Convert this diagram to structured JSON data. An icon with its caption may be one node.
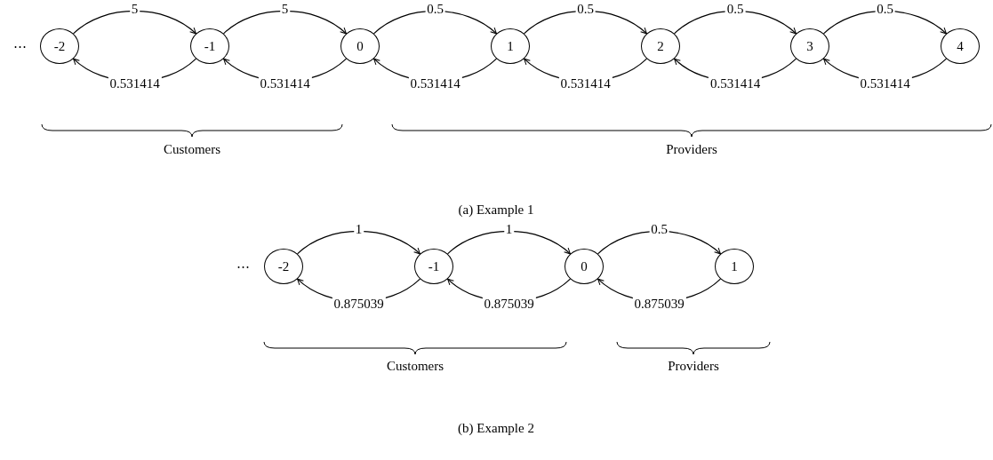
{
  "diagram": {
    "nodes": [
      {
        "text": [
          "-2"
        ]
      },
      {
        "text": [
          "-1"
        ]
      },
      {
        "text": [
          "0"
        ]
      },
      {
        "text": [
          "1"
        ]
      },
      {
        "text": [
          "2"
        ]
      },
      {
        "text": [
          "3"
        ]
      },
      {
        "text": [
          "4"
        ]
      },
      {
        "text": [
          "-2"
        ]
      },
      {
        "text": [
          "-1"
        ]
      },
      {
        "text": [
          "0"
        ]
      },
      {
        "text": [
          "1"
        ]
      }
    ],
    "edges": [
      {
        "from": 0,
        "to": 1,
        "arrow": "to",
        "label": "5"
      },
      {
        "from": 1,
        "to": 0,
        "arrow": "to",
        "label": "0.531414"
      },
      {
        "from": 1,
        "to": 2,
        "arrow": "to",
        "label": "5"
      },
      {
        "from": 2,
        "to": 1,
        "arrow": "to",
        "label": "0.531414"
      },
      {
        "from": 2,
        "to": 3,
        "arrow": "to",
        "label": "0.5"
      },
      {
        "from": 3,
        "to": 2,
        "arrow": "to",
        "label": "0.531414"
      },
      {
        "from": 3,
        "to": 4,
        "arrow": "to",
        "label": "0.5"
      },
      {
        "from": 4,
        "to": 3,
        "arrow": "to",
        "label": "0.531414"
      },
      {
        "from": 4,
        "to": 5,
        "arrow": "to",
        "label": "0.5"
      },
      {
        "from": 5,
        "to": 4,
        "arrow": "to",
        "label": "0.531414"
      },
      {
        "from": 5,
        "to": 6,
        "arrow": "to",
        "label": "0.5"
      },
      {
        "from": 6,
        "to": 5,
        "arrow": "to",
        "label": "0.531414"
      },
      {
        "from": 7,
        "to": 8,
        "arrow": "to",
        "label": "1"
      },
      {
        "from": 8,
        "to": 7,
        "arrow": "to",
        "label": "0.875039"
      },
      {
        "from": 8,
        "to": 9,
        "arrow": "to",
        "label": "1"
      },
      {
        "from": 9,
        "to": 8,
        "arrow": "to",
        "label": "0.875039"
      },
      {
        "from": 9,
        "to": 10,
        "arrow": "to",
        "label": "0.5"
      },
      {
        "from": 10,
        "to": 9,
        "arrow": "to",
        "label": "0.875039"
      }
    ],
    "labels": [
      "⋯",
      "Customers",
      "Providers",
      "(a) Example 1",
      "⋯",
      "Customers",
      "Providers",
      "(b) Example 2"
    ]
  }
}
